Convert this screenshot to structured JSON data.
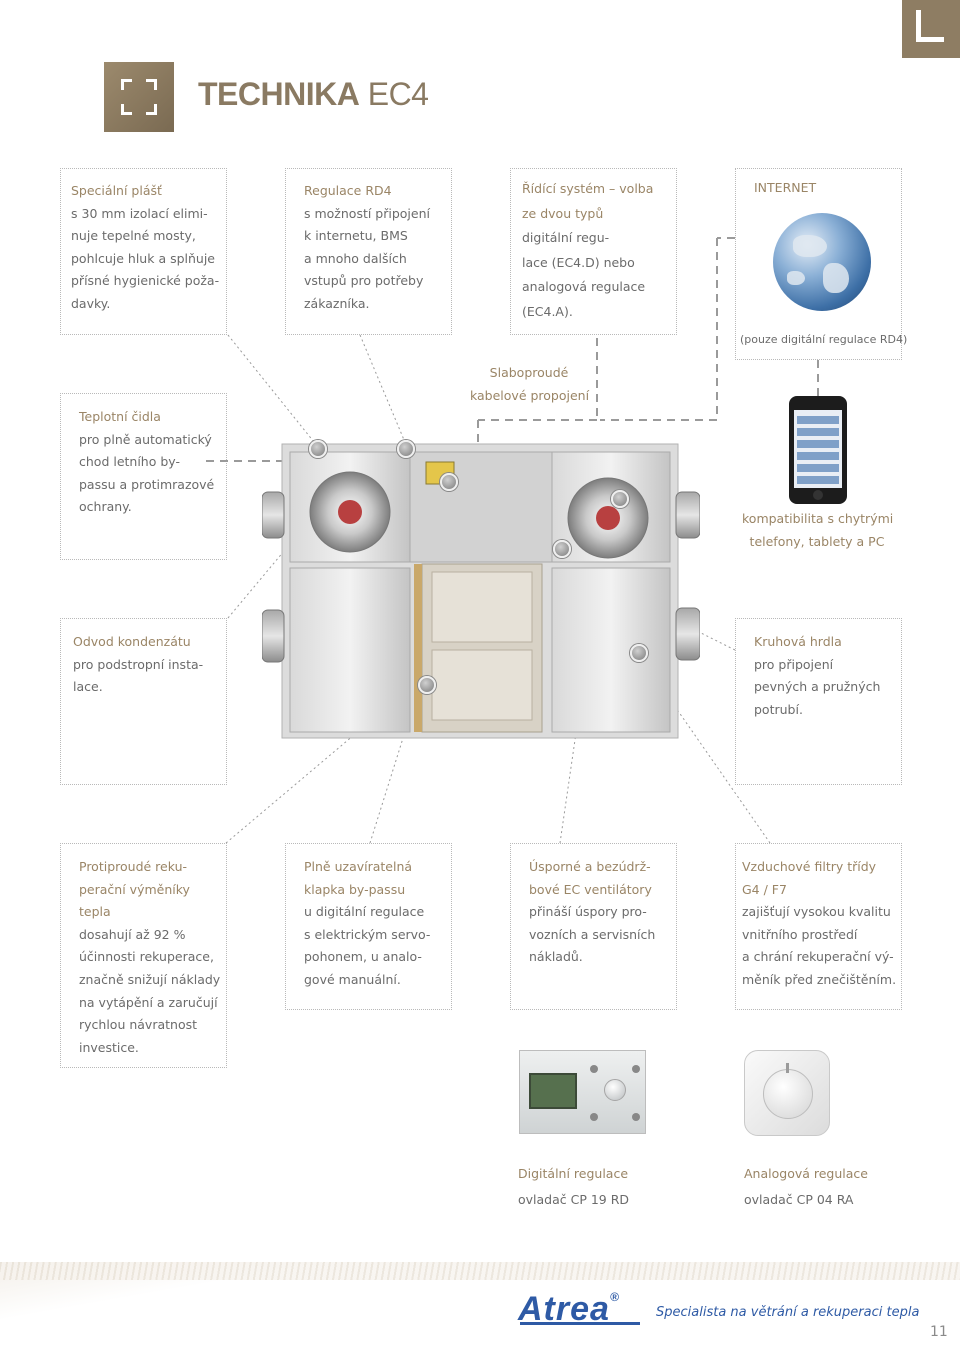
{
  "header": {
    "corner_icon": "letter-L-icon",
    "title_bold": "TECHNIKA",
    "title_light": " EC4",
    "title_icon": "frame-corners-icon"
  },
  "callouts": {
    "plast": {
      "heading": [
        "Speciální plášť"
      ],
      "lines": [
        "s 30 mm izolací elimi-",
        "nuje tepelné mosty,",
        "pohlcuje hluk a splňuje",
        "přísné hygienické poža-",
        "davky."
      ]
    },
    "rd4": {
      "heading": [
        "Regulace RD4"
      ],
      "lines": [
        "s možností připojení",
        "k internetu, BMS",
        "a mnoho dalších",
        "vstupů pro potřeby",
        "zákazníka."
      ]
    },
    "ridici": {
      "heading": [
        "Řídící systém – volba",
        "ze dvou typů"
      ],
      "lines": [
        "digitální regu-",
        "lace (EC4.D) nebo",
        "analogová regulace",
        "(EC4.A)."
      ]
    },
    "internet": {
      "heading": [
        "INTERNET"
      ],
      "note": "(pouze digitální regulace RD4)",
      "icon": "globe-icon"
    },
    "teplotni": {
      "heading": [
        "Teplotní čidla"
      ],
      "lines": [
        "pro plně automatický",
        "chod letního by-",
        "passu a protimrazové",
        "ochrany."
      ]
    },
    "slaboproude": {
      "heading": [
        "Slaboproudé",
        "kabelové propojení"
      ]
    },
    "kompatibilita": {
      "heading": [
        "kompatibilita s chytrými",
        "telefony, tablety a PC"
      ],
      "icon": "smartphone-icon"
    },
    "kondenzat": {
      "heading": [
        "Odvod kondenzátu"
      ],
      "lines": [
        "pro podstropní insta-",
        "lace."
      ]
    },
    "hrdla": {
      "heading": [
        "Kruhová hrdla"
      ],
      "lines": [
        "pro připojení",
        "pevných a pružných",
        "potrubí."
      ]
    },
    "vymeniky": {
      "heading": [
        "Protiproudé reku-",
        "perační výměníky",
        "tepla"
      ],
      "lines": [
        "dosahují až 92 %",
        "účinnosti rekuperace,",
        "značně snižují náklady",
        "na vytápění a zaručují",
        "rychlou návratnost",
        "investice."
      ]
    },
    "klapka": {
      "heading": [
        "Plně uzavíratelná",
        "klapka by-passu"
      ],
      "lines": [
        "u digitální regulace",
        "s elektrickým servo-",
        "pohonem, u analo-",
        "gové manuální."
      ]
    },
    "ventilatory": {
      "heading": [
        "Úsporné a bezúdrž-",
        "bové EC ventilátory"
      ],
      "lines": [
        "přináší úspory pro-",
        "vozních a servisních",
        "nákladů."
      ]
    },
    "filtry": {
      "heading": [
        "Vzduchové filtry třídy",
        "G4 / F7"
      ],
      "lines": [
        "zajišťují vysokou kvalitu",
        "vnitřního prostředí",
        "a chrání rekuperační vý-",
        "měník před znečištěním."
      ]
    }
  },
  "products": {
    "digital": {
      "title": "Digitální regulace",
      "subtitle": "ovladač CP 19 RD",
      "icon": "digital-controller-icon"
    },
    "analog": {
      "title": "Analogová regulace",
      "subtitle": "ovladač CP 04 RA",
      "icon": "analog-controller-icon"
    }
  },
  "footer": {
    "logo": "Atrea",
    "registered": "®",
    "tagline": "Specialista na větrání a rekuperaci tepla",
    "page_number": "11"
  },
  "colors": {
    "accent": "#9a8566",
    "brand_blue": "#2e5aa5",
    "body_text": "#6b6b6b"
  }
}
